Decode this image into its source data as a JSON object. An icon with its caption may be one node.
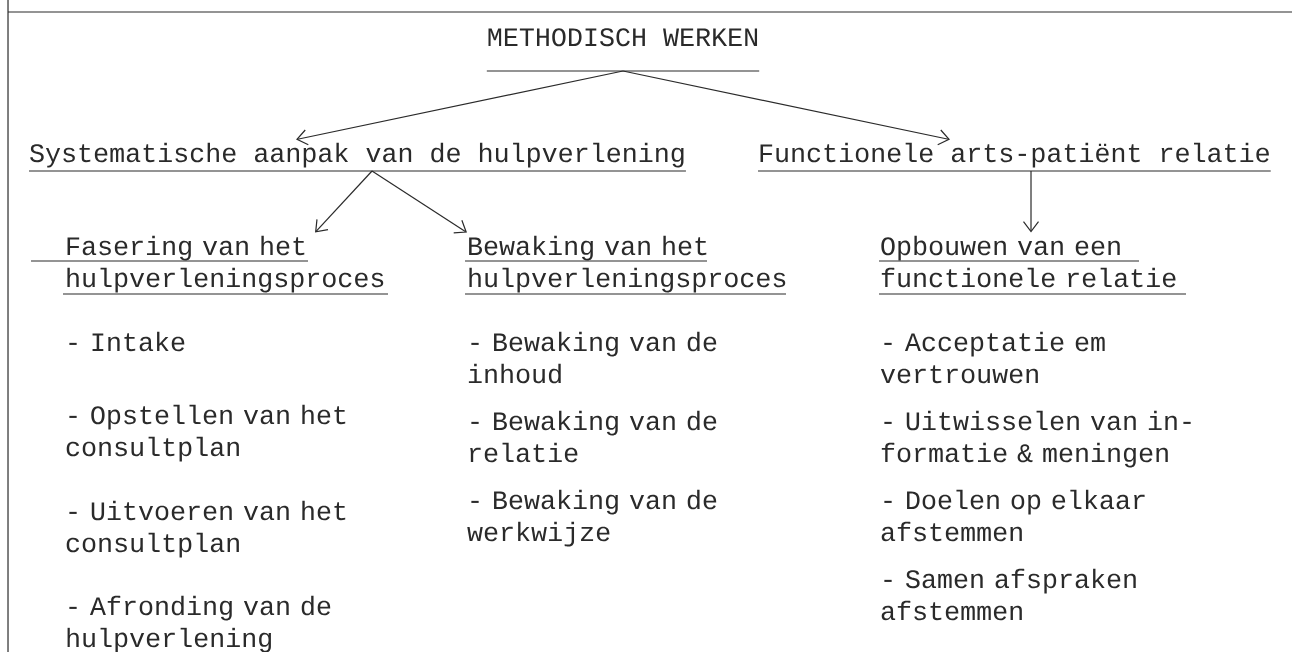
{
  "diagram": {
    "nodes": [
      {
        "text": [
          "METHODISCH WERKEN"
        ]
      },
      {
        "text": [
          "Systematische aanpak van de hulpverlening"
        ]
      },
      {
        "text": [
          "Functionele arts-patiënt relatie"
        ]
      },
      {
        "text": [
          "Fasering van het hulpverleningsproces"
        ],
        "beside": [
          "- Intake",
          "- Opstellen van het consultplan",
          "- Uitvoeren van het consultplan",
          "- Afronding van de hulpverlening"
        ]
      },
      {
        "text": [
          "Bewaking van het hulpverleningsproces"
        ],
        "beside": [
          "- Bewaking van de inhoud",
          "- Bewaking van de relatie",
          "- Bewaking van de werkwijze"
        ]
      },
      {
        "text": [
          "Opbouwen van een functionele relatie"
        ],
        "beside": [
          "- Acceptatie em vertrouwen",
          "- Uitwisselen van in- formatie & meningen",
          "- Doelen op elkaar afstemmen",
          "- Samen afspraken afstemmen"
        ]
      }
    ],
    "edges": [
      {
        "from": 0,
        "to": 1,
        "arrow": "to"
      },
      {
        "from": 0,
        "to": 2,
        "arrow": "to"
      },
      {
        "from": 1,
        "to": 3,
        "arrow": "to"
      },
      {
        "from": 1,
        "to": 4,
        "arrow": "to"
      },
      {
        "from": 2,
        "to": 5,
        "arrow": "to"
      }
    ]
  }
}
